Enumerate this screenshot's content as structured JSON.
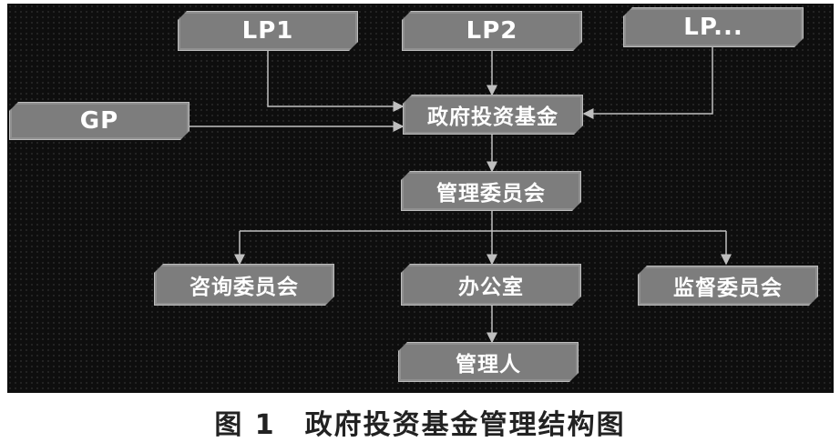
{
  "nodes": {
    "lp1": "LP1",
    "lp2": "LP2",
    "lp_more": "LP...",
    "gp": "GP",
    "fund": "政府投资基金",
    "mgmt_committee": "管理委员会",
    "advisory_committee": "咨询委员会",
    "office": "办公室",
    "supervisory_committee": "监督委员会",
    "manager": "管理人"
  },
  "caption": "图 1　政府投资基金管理结构图",
  "colors": {
    "background": "#0e0e0e",
    "node_fill": "#7d7d7d",
    "node_text": "#ffffff",
    "connector": "#bfbfbf"
  }
}
